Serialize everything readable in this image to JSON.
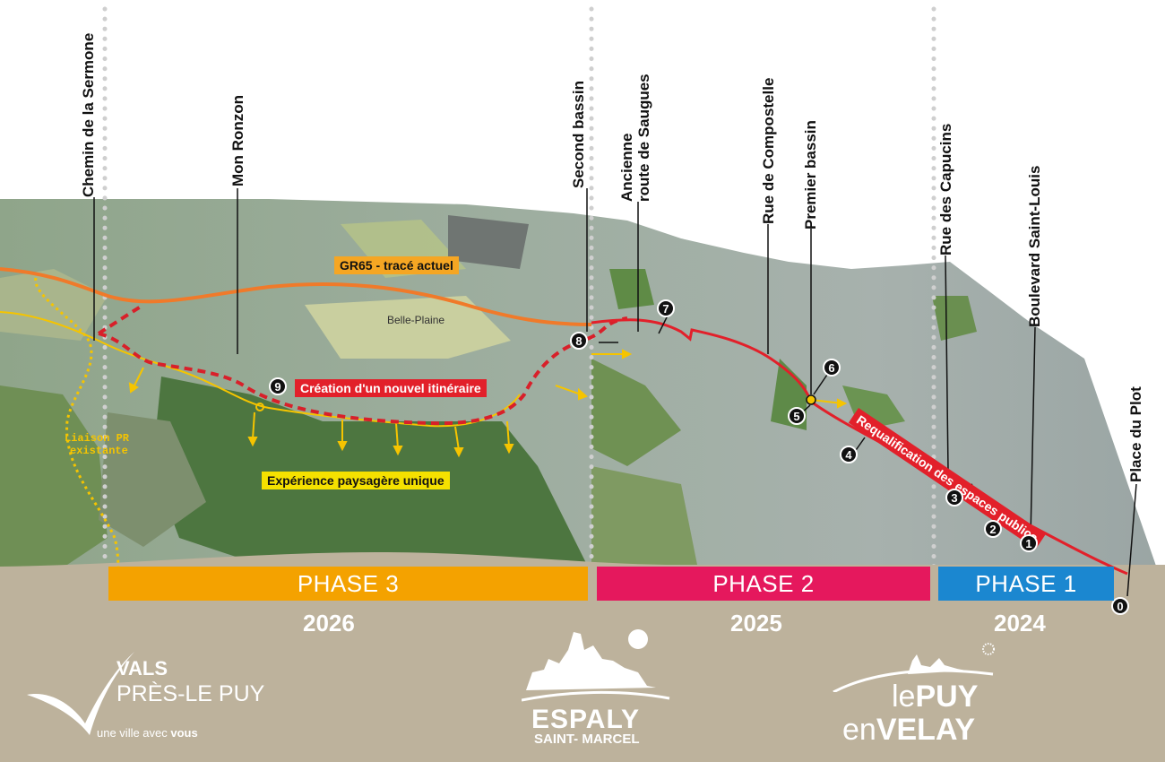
{
  "locations": {
    "chemin_sermone": "Chemin de la Sermone",
    "mon_ronzon": "Mon Ronzon",
    "second_bassin": "Second bassin",
    "ancienne_route_1": "Ancienne",
    "ancienne_route_2": "route de Saugues",
    "rue_compostelle": "Rue de Compostelle",
    "premier_bassin": "Premier bassin",
    "rue_capucins": "Rue des Capucins",
    "boulevard_saint_louis": "Boulevard Saint-Louis",
    "place_du_plot": "Place du Plot"
  },
  "map_labels": {
    "gr65": "GR65 - tracé actuel",
    "belle_plaine": "Belle-Plaine",
    "nouvel_itineraire": "Création d'un nouvel itinéraire",
    "liaison_1": "Liaison PR",
    "liaison_2": "existante",
    "experience": "Expérience paysagère unique",
    "requalification": "Requalification des espaces publics"
  },
  "markers": [
    "0",
    "1",
    "2",
    "3",
    "4",
    "5",
    "6",
    "7",
    "8",
    "9"
  ],
  "phases": [
    {
      "label": "PHASE 3",
      "year": "2026",
      "color": "#f4a200"
    },
    {
      "label": "PHASE 2",
      "year": "2025",
      "color": "#e5185d"
    },
    {
      "label": "PHASE 1",
      "year": "2024",
      "color": "#1b87d0"
    }
  ],
  "logos": {
    "vals_1": "VALS",
    "vals_2": "PRÈS-LE PUY",
    "vals_tagline_a": "une ville avec ",
    "vals_tagline_b": "vous",
    "espaly_1": "ESPALY",
    "espaly_2": "SAINT- MARCEL",
    "lepuy_le": "le",
    "lepuy_puy": "PUY",
    "lepuy_en": "en",
    "lepuy_velay": "VELAY"
  },
  "colors": {
    "gr65": "#f07a2a",
    "new_route": "#d8202a",
    "landscape": "#f5c400",
    "requalification": "#e2202a",
    "footer": "#bdb29c"
  }
}
